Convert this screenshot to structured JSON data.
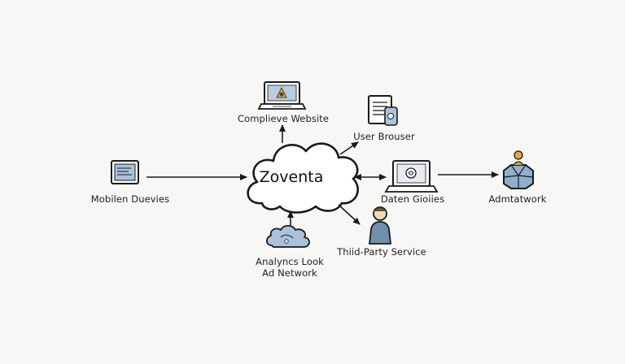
{
  "center": {
    "label": "Zoventa"
  },
  "nodes": {
    "mobile_devices": {
      "label": "Mobilen Duevies",
      "icon": "tablet-icon"
    },
    "compliance_website": {
      "label": "Complieve Website",
      "icon": "laptop-icon"
    },
    "user_browser": {
      "label": "User Brouser",
      "icon": "document-icon"
    },
    "data_brokers": {
      "label": "Daten Gioiies",
      "icon": "monitor-icon"
    },
    "ad_network": {
      "label": "Admtatwork",
      "icon": "network-hub-icon"
    },
    "third_party": {
      "label": "Thiid-Party Service",
      "icon": "person-icon"
    },
    "analytics": {
      "line1": "Analyncs Look",
      "line2": "Ad Network",
      "icon": "cloud-icon"
    }
  },
  "colors": {
    "stroke": "#1a1a1a",
    "accent_blue": "#a9c3dc",
    "accent_gold": "#e0a93a"
  }
}
